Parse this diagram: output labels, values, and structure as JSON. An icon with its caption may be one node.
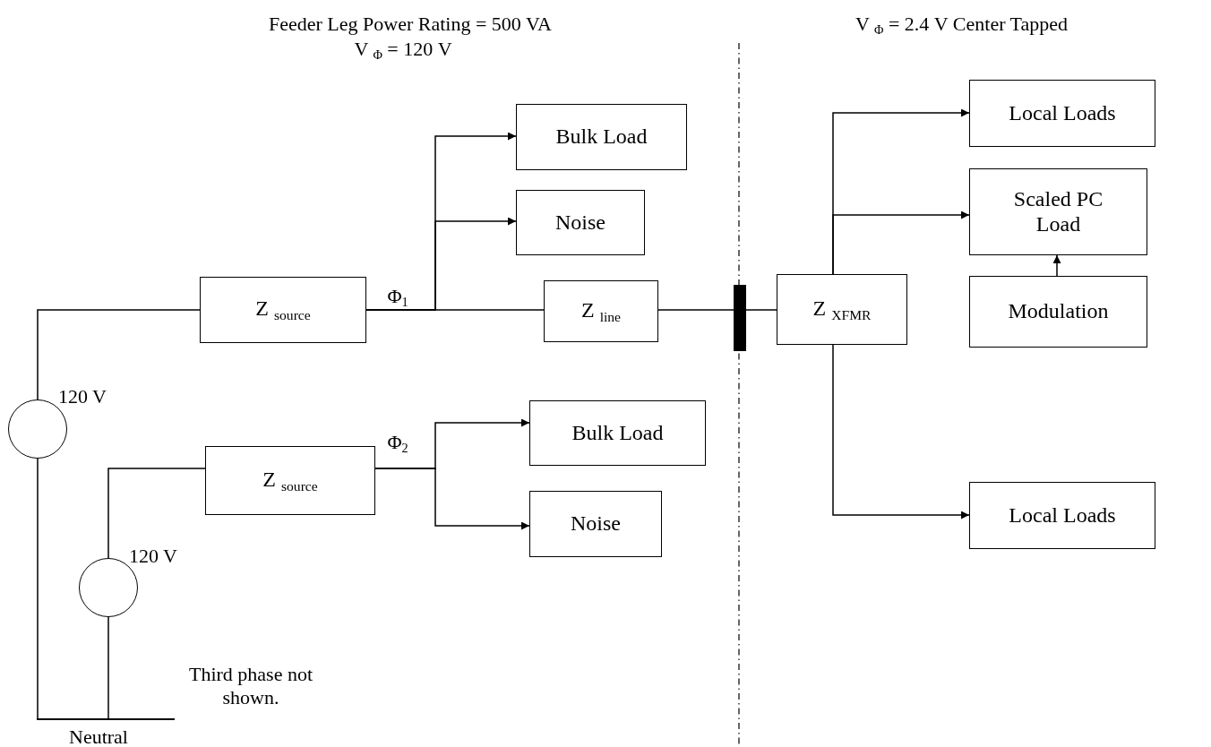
{
  "diagram": {
    "nodes": [
      {
        "text": [
          "Z $_{source}$"
        ]
      },
      {
        "text": [
          "Z $_{line}$"
        ]
      },
      {
        "text": [
          "Z $_{XFMR}$"
        ]
      },
      {
        "text": [
          "Bulk Load"
        ]
      },
      {
        "text": [
          "Noise"
        ]
      },
      {
        "text": [
          "Local Loads"
        ]
      },
      {
        "text": [
          "Scaled PC Load"
        ]
      },
      {
        "text": [
          "Modulation"
        ]
      },
      {
        "text": [
          "Local Loads"
        ]
      },
      {
        "text": [
          "Z $_{source}$"
        ]
      },
      {
        "text": [
          "Bulk Load"
        ]
      },
      {
        "text": [
          "Noise"
        ]
      },
      {
        "text": [],
        "shape": "circle",
        "beside": [
          "120 V"
        ]
      },
      {
        "text": [],
        "shape": "circle",
        "beside": [
          "120 V"
        ]
      },
      {
        "text": [],
        "shape": "bar"
      },
      {
        "text": [],
        "shape": "bar",
        "beside": [
          "Neutral"
        ]
      }
    ],
    "edges": [
      {
        "from": 12,
        "to": 0,
        "arrow": "none"
      },
      {
        "from": 0,
        "to": 1,
        "arrow": "none"
      },
      {
        "from": 0,
        "to": 3,
        "arrow": "to"
      },
      {
        "from": 0,
        "to": 4,
        "arrow": "to"
      },
      {
        "from": 1,
        "to": 14,
        "arrow": "none"
      },
      {
        "from": 14,
        "to": 2,
        "arrow": "none"
      },
      {
        "from": 2,
        "to": 5,
        "arrow": "to"
      },
      {
        "from": 2,
        "to": 6,
        "arrow": "to"
      },
      {
        "from": 2,
        "to": 8,
        "arrow": "to"
      },
      {
        "from": 7,
        "to": 6,
        "arrow": "to"
      },
      {
        "from": 13,
        "to": 9,
        "arrow": "none"
      },
      {
        "from": 9,
        "to": 10,
        "arrow": "to"
      },
      {
        "from": 9,
        "to": 11,
        "arrow": "to"
      },
      {
        "from": 12,
        "to": 15,
        "arrow": "none"
      },
      {
        "from": 13,
        "to": 15,
        "arrow": "none"
      }
    ],
    "labels": [
      "Feeder Leg Power Rating = 500 VA",
      "V $_{Φ}$ = 120 V",
      "V $_{Φ}$ = 2.4 V Center Tapped",
      "Φ$_{1}$",
      "Φ$_{2}$",
      "Third phase not shown."
    ]
  }
}
